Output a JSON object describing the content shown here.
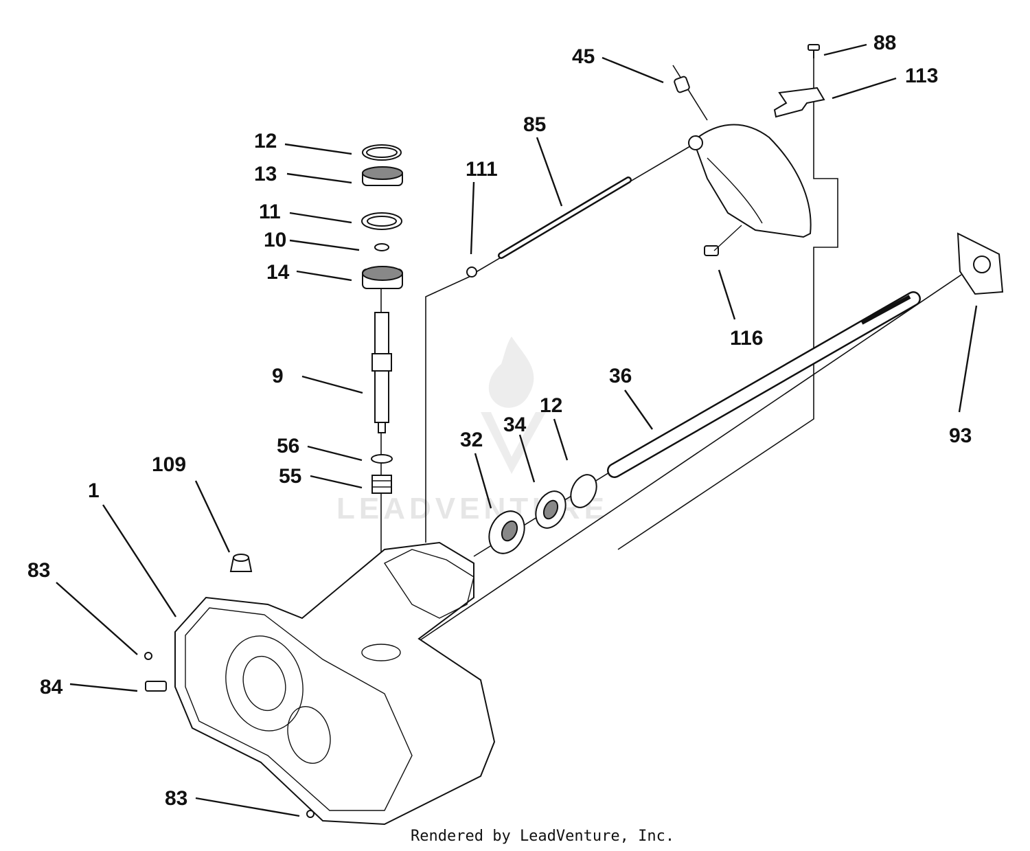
{
  "callouts": [
    {
      "id": "c-1",
      "label": "1"
    },
    {
      "id": "c-9",
      "label": "9"
    },
    {
      "id": "c-10",
      "label": "10"
    },
    {
      "id": "c-11",
      "label": "11"
    },
    {
      "id": "c-12a",
      "label": "12"
    },
    {
      "id": "c-12b",
      "label": "12"
    },
    {
      "id": "c-13",
      "label": "13"
    },
    {
      "id": "c-14",
      "label": "14"
    },
    {
      "id": "c-32",
      "label": "32"
    },
    {
      "id": "c-34",
      "label": "34"
    },
    {
      "id": "c-36",
      "label": "36"
    },
    {
      "id": "c-45",
      "label": "45"
    },
    {
      "id": "c-55",
      "label": "55"
    },
    {
      "id": "c-56",
      "label": "56"
    },
    {
      "id": "c-83a",
      "label": "83"
    },
    {
      "id": "c-83b",
      "label": "83"
    },
    {
      "id": "c-84",
      "label": "84"
    },
    {
      "id": "c-85",
      "label": "85"
    },
    {
      "id": "c-88",
      "label": "88"
    },
    {
      "id": "c-93",
      "label": "93"
    },
    {
      "id": "c-109",
      "label": "109"
    },
    {
      "id": "c-111",
      "label": "111"
    },
    {
      "id": "c-113",
      "label": "113"
    },
    {
      "id": "c-116",
      "label": "116"
    }
  ],
  "watermark": {
    "text": "LEADVENTURE"
  },
  "footer": {
    "credit": "Rendered by LeadVenture, Inc."
  }
}
